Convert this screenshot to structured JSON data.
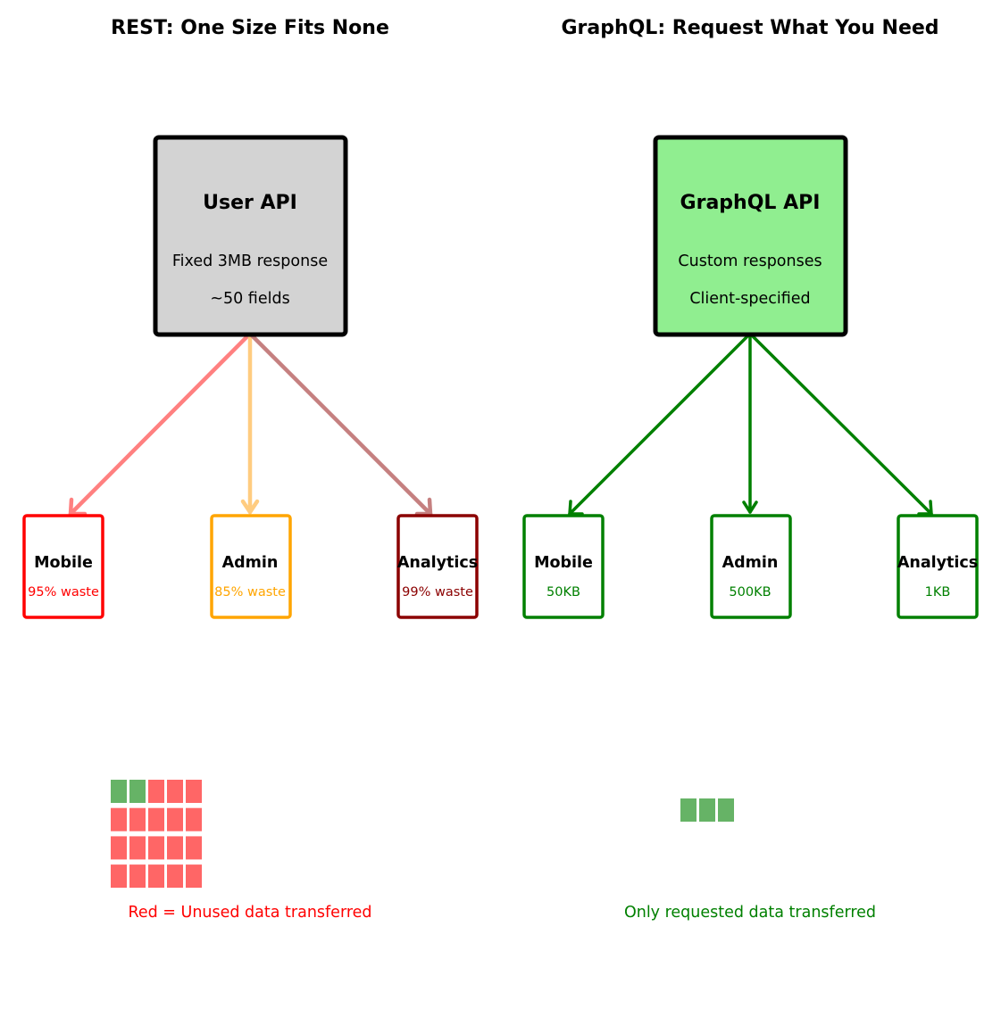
{
  "colors": {
    "rest_box_fill": "#d3d3d3",
    "graphql_box_fill": "#90ee90",
    "green": "#008000",
    "red": "#ff0000",
    "orange": "#ffa500",
    "darkred": "#8b0000",
    "block_used": "#66b366",
    "block_wasted": "#ff6666"
  },
  "rest": {
    "title": "REST: One Size Fits None",
    "api": {
      "name": "User API",
      "line1": "Fixed 3MB response",
      "line2": "~50 fields"
    },
    "clients": [
      {
        "name": "Mobile",
        "stat": "95% waste",
        "color": "#ff0000",
        "arrow_color": "#ff8080"
      },
      {
        "name": "Admin",
        "stat": "85% waste",
        "color": "#ffa500",
        "arrow_color": "#ffcc80"
      },
      {
        "name": "Analytics",
        "stat": "99% waste",
        "color": "#8b0000",
        "arrow_color": "#c58080"
      }
    ],
    "data_blocks": {
      "rows": 4,
      "cols": 5,
      "used": 2,
      "legend": "Red = Unused data transferred"
    }
  },
  "graphql": {
    "title": "GraphQL: Request What You Need",
    "api": {
      "name": "GraphQL API",
      "line1": "Custom responses",
      "line2": "Client-specified"
    },
    "clients": [
      {
        "name": "Mobile",
        "stat": "50KB",
        "color": "#008000",
        "arrow_color": "#008000"
      },
      {
        "name": "Admin",
        "stat": "500KB",
        "color": "#008000",
        "arrow_color": "#008000"
      },
      {
        "name": "Analytics",
        "stat": "1KB",
        "color": "#008000",
        "arrow_color": "#008000"
      }
    ],
    "data_blocks": {
      "rows": 1,
      "cols": 3,
      "used": 3,
      "legend": "Only requested data transferred"
    }
  }
}
